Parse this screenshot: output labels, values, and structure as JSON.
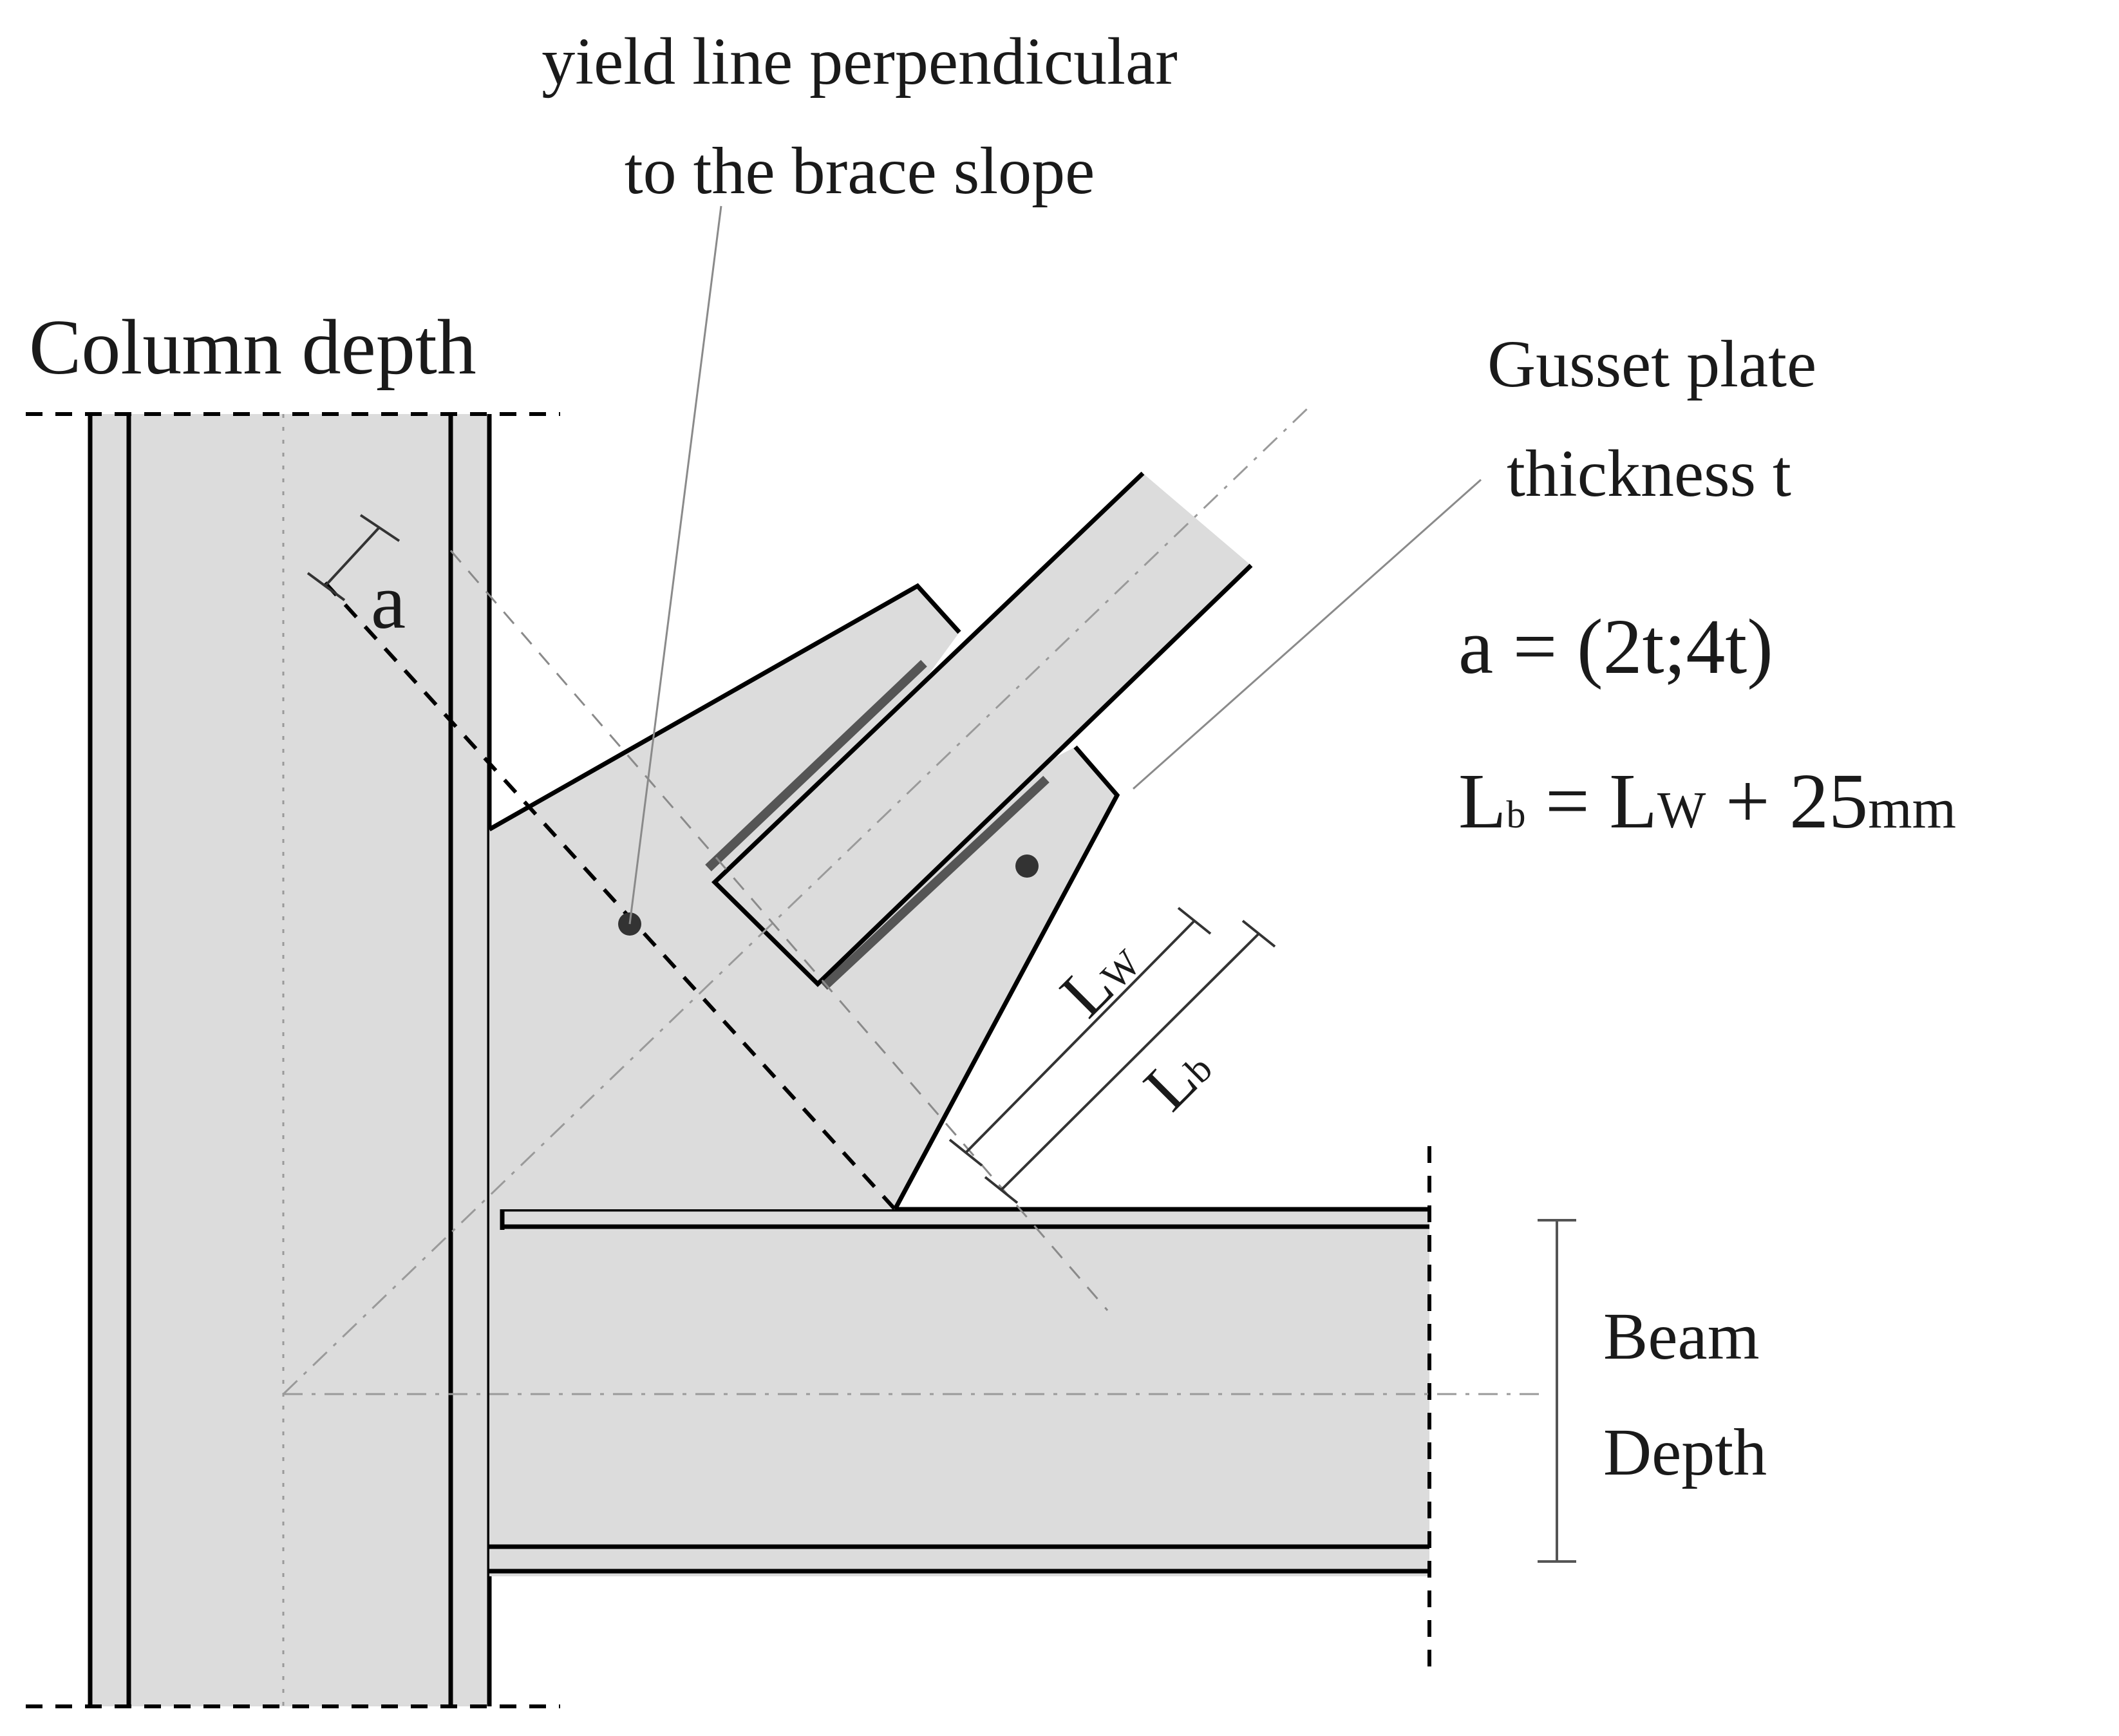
{
  "labels": {
    "yield_line_1": "yield line perpendicular",
    "yield_line_2": "to the brace slope",
    "column_depth": "Column depth",
    "gusset_1": "Gusset plate",
    "gusset_2": "thickness t",
    "dim_a": "a",
    "formula_a": "a = (2t;4t)",
    "formula_lb_L": "L",
    "formula_lb_b": "b",
    "formula_lb_eq": " = L",
    "formula_lb_w": "W",
    "formula_lb_plus": " + 25",
    "formula_lb_mm": "mm",
    "lw_L": "L",
    "lw_sub": "W",
    "lb_L": "L",
    "lb_sub": "b",
    "beam_1": "Beam",
    "beam_2": "Depth"
  }
}
